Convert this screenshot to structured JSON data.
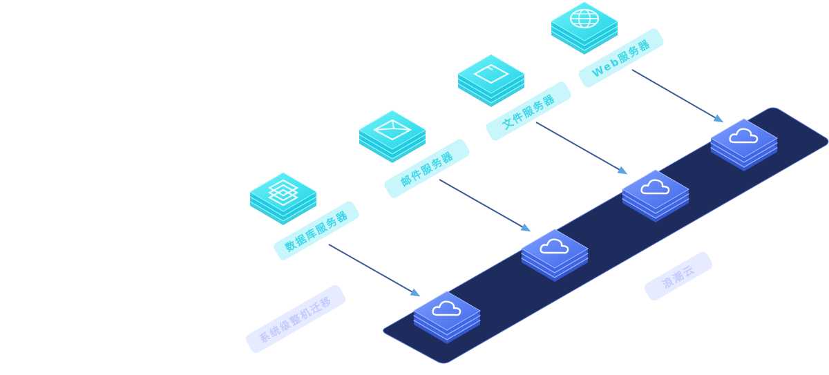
{
  "servers": [
    {
      "label": "数据库服务器",
      "icon": "database-icon"
    },
    {
      "label": "邮件服务器",
      "icon": "mail-icon"
    },
    {
      "label": "文件服务器",
      "icon": "file-icon"
    },
    {
      "label": "Web服务器",
      "icon": "globe-icon"
    }
  ],
  "cloud_nodes": [
    {
      "icon": "cloud-icon"
    },
    {
      "icon": "cloud-icon"
    },
    {
      "icon": "cloud-icon"
    },
    {
      "icon": "cloud-icon"
    }
  ],
  "left_caption": "系统级整机迁移",
  "right_caption": "浪潮云",
  "colors": {
    "platform": "#1e2d5c",
    "server_cyan": "#2fe0ee",
    "server_label_bg": "#c8f6fb",
    "server_label_text": "#3fd7e8",
    "cloud_blue": "#4f7cf2",
    "caption_bg": "#e7ebff",
    "caption_text": "#c3cbfb",
    "arrow": "#3c5a98"
  }
}
